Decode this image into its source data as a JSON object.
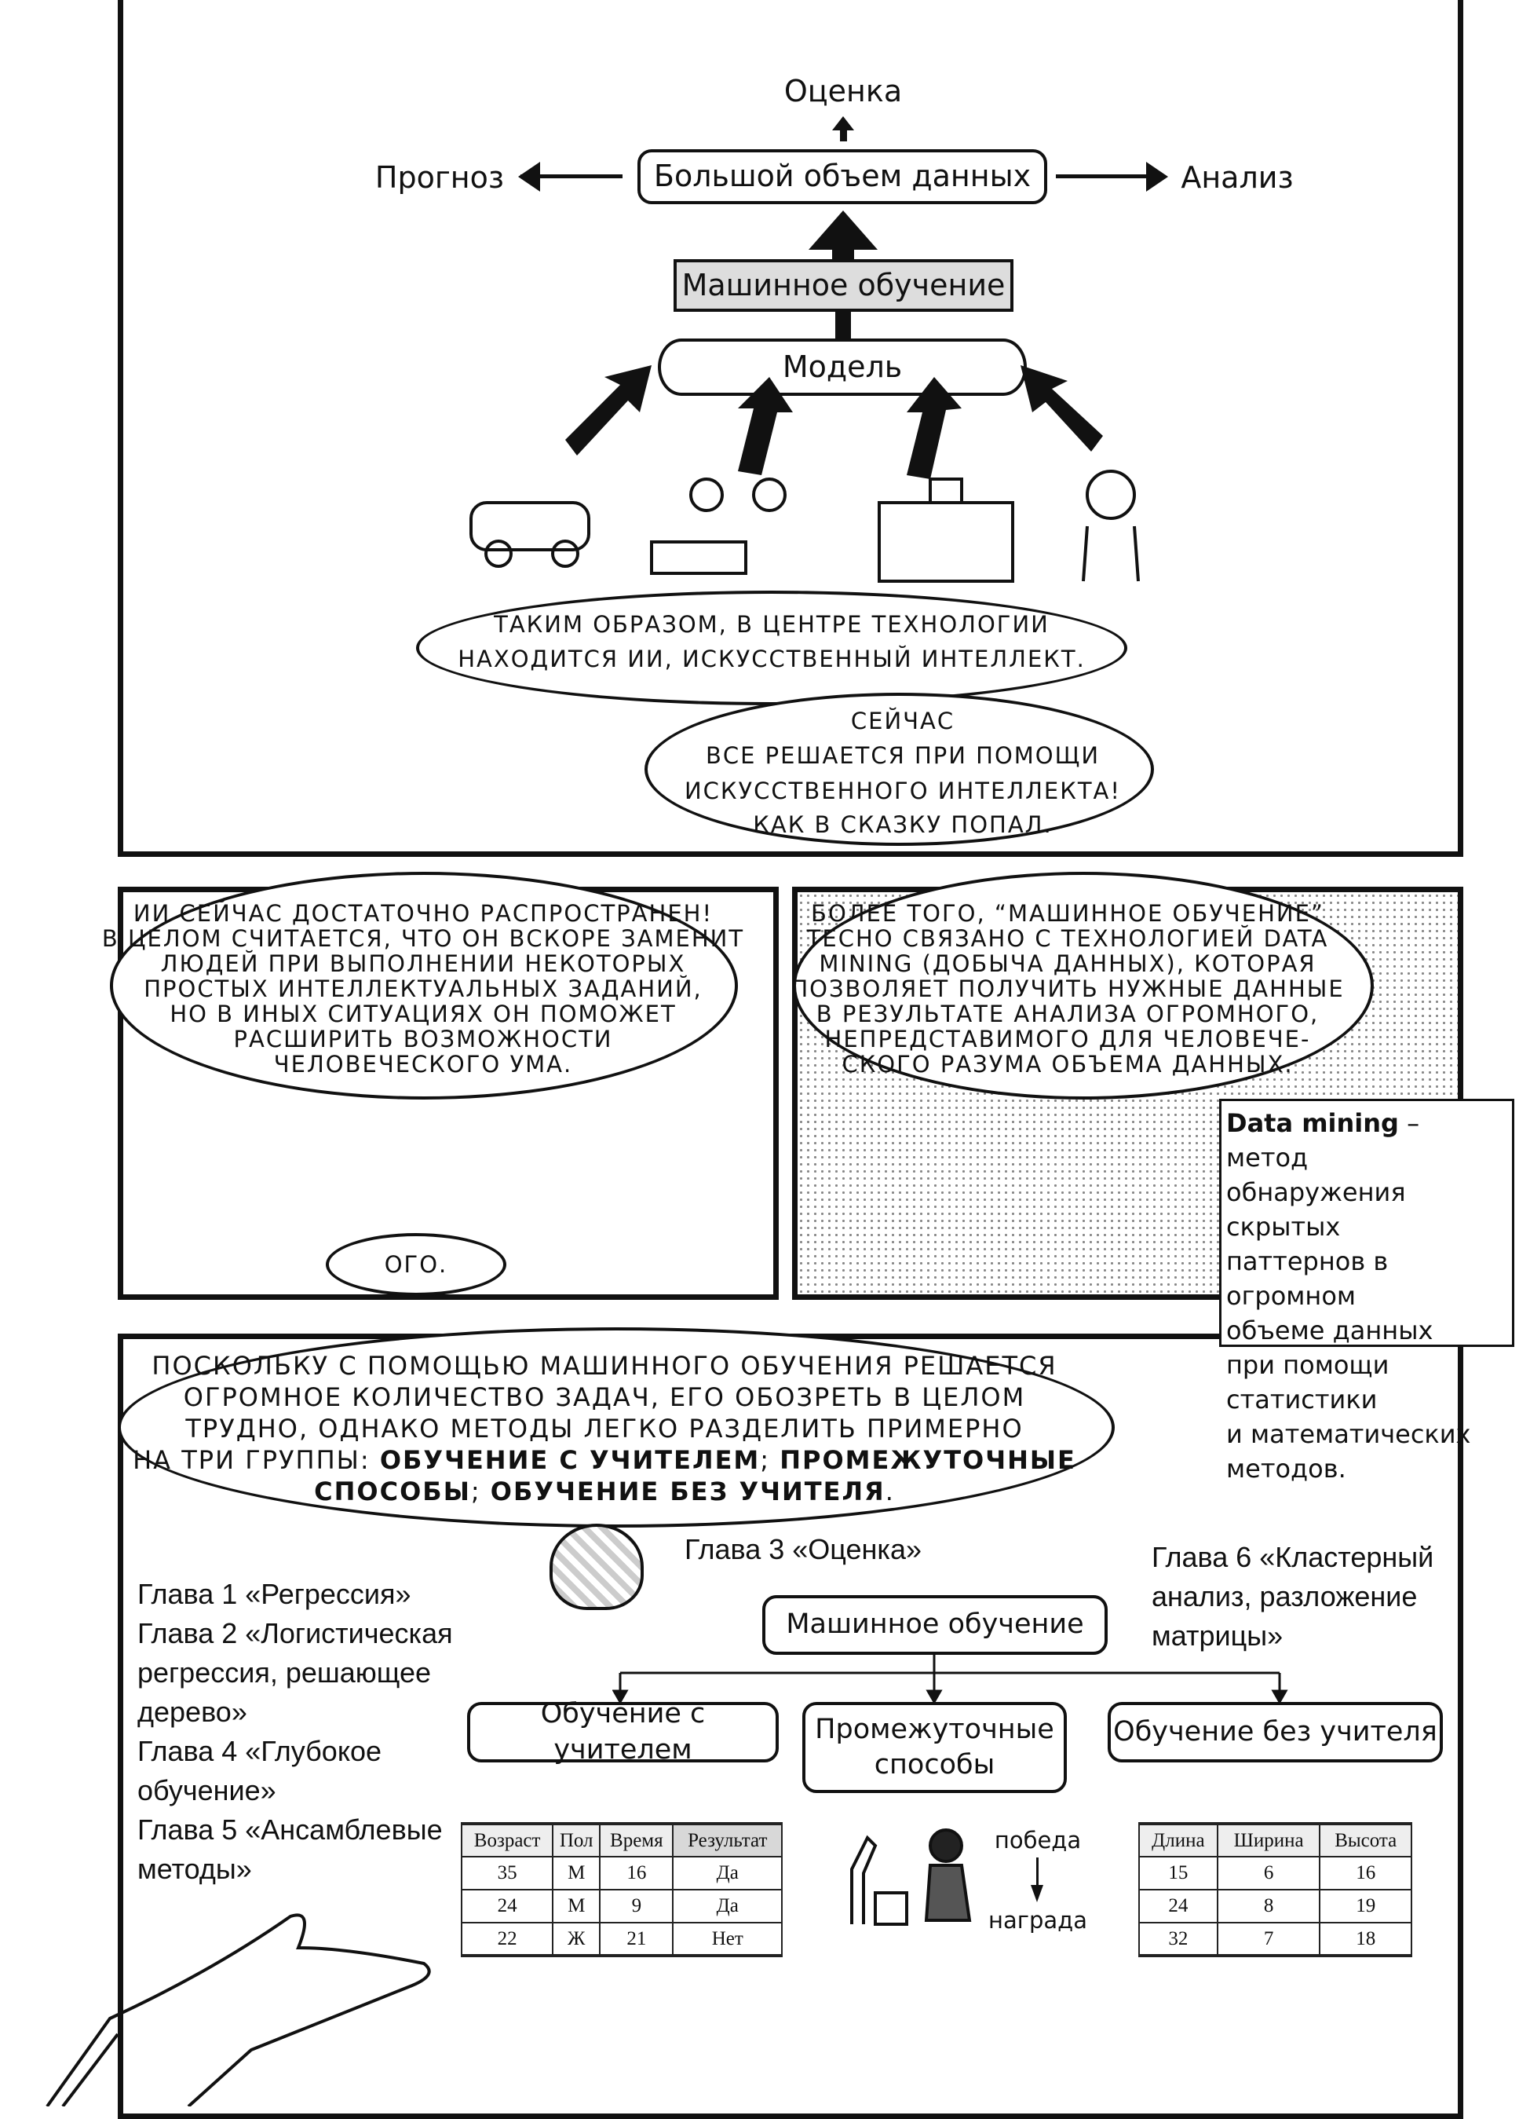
{
  "top_diagram": {
    "evaluation": "Оценка",
    "big_data": "Большой объем данных",
    "forecast": "Прогноз",
    "analysis": "Анализ",
    "machine_learning": "Машинное обучение",
    "model": "Модель"
  },
  "panel1": {
    "bubble1": [
      "ТАКИМ ОБРАЗОМ, В ЦЕНТРЕ ТЕХНОЛОГИИ",
      "НАХОДИТСЯ ИИ, ИСКУССТВЕННЫЙ ИНТЕЛЛЕКТ."
    ],
    "bubble2": [
      "СЕЙЧАС",
      "ВСЕ РЕШАЕТСЯ ПРИ ПОМОЩИ",
      "ИСКУССТВЕННОГО ИНТЕЛЛЕКТА!",
      "КАК В СКАЗКУ ПОПАЛ."
    ]
  },
  "panel2": {
    "bubble": [
      "ИИ СЕЙЧАС ДОСТАТОЧНО РАСПРОСТРАНЕН!",
      "В ЦЕЛОМ СЧИТАЕТСЯ, ЧТО ОН ВСКОРЕ ЗАМЕНИТ",
      "ЛЮДЕЙ ПРИ ВЫПОЛНЕНИИ НЕКОТОРЫХ",
      "ПРОСТЫХ ИНТЕЛЛЕКТУАЛЬНЫХ ЗАДАНИЙ,",
      "НО В ИНЫХ СИТУАЦИЯХ ОН ПОМОЖЕТ",
      "РАСШИРИТЬ ВОЗМОЖНОСТИ",
      "ЧЕЛОВЕЧЕСКОГО УМА."
    ],
    "reply": "ОГО."
  },
  "panel3": {
    "bubble": [
      "БОЛЕЕ ТОГО, “МАШИННОЕ ОБУЧЕНИЕ”",
      "ТЕСНО СВЯЗАНО С ТЕХНОЛОГИЕЙ DATA",
      "MINING (ДОБЫЧА ДАННЫХ), КОТОРАЯ",
      "ПОЗВОЛЯЕТ ПОЛУЧИТЬ НУЖНЫЕ ДАННЫЕ",
      "В РЕЗУЛЬТАТЕ АНАЛИЗА ОГРОМНОГО,",
      "НЕПРЕДСТАВИМОГО ДЛЯ ЧЕЛОВЕЧЕ-",
      "СКОГО РАЗУМА ОБЪЕМА ДАННЫХ."
    ]
  },
  "note": {
    "term": "Data mining",
    "rest": " – метод",
    "lines": [
      "обнаружения скрытых",
      "паттернов в огромном",
      "объеме данных",
      "при помощи статистики",
      "и математических",
      "методов."
    ]
  },
  "panel4": {
    "bubble": [
      "ПОСКОЛЬКУ С ПОМОЩЬЮ МАШИННОГО ОБУЧЕНИЯ РЕШАЕТСЯ",
      "ОГРОМНОЕ КОЛИЧЕСТВО ЗАДАЧ, ЕГО ОБОЗРЕТЬ В ЦЕЛОМ",
      "ТРУДНО, ОДНАКО МЕТОДЫ ЛЕГКО РАЗДЕЛИТЬ ПРИМЕРНО"
    ],
    "bubble_l4_a": "НА ТРИ ГРУППЫ: ",
    "bubble_l4_b": "ОБУЧЕНИЕ С УЧИТЕЛЕМ",
    "bubble_l4_c": "; ",
    "bubble_l4_d": "ПРОМЕЖУТОЧНЫЕ",
    "bubble_l5_a": "СПОСОБЫ",
    "bubble_l5_b": "; ",
    "bubble_l5_c": "ОБУЧЕНИЕ БЕЗ УЧИТЕЛЯ",
    "bubble_l5_d": ".",
    "chapter3": "Глава 3 «Оценка»",
    "chapters_left": [
      "Глава 1 «Регрессия»",
      "Глава 2 «Логистическая",
      "регрессия, решающее",
      "дерево»",
      "Глава 4 «Глубокое",
      "обучение»",
      "Глава 5 «Ансамблевые",
      "методы»"
    ],
    "chapter6": [
      "Глава 6 «Кластерный",
      "анализ, разложение",
      "матрицы»"
    ],
    "ml": "Машинное обучение",
    "supervised": "Обучение с учителем",
    "intermediate": [
      "Промежуточные",
      "способы"
    ],
    "unsupervised": "Обучение без учителя",
    "table_left": {
      "headers": [
        "Возраст",
        "Пол",
        "Время",
        "Результат"
      ],
      "rows": [
        [
          "35",
          "М",
          "16",
          "Да"
        ],
        [
          "24",
          "М",
          "9",
          "Да"
        ],
        [
          "22",
          "Ж",
          "21",
          "Нет"
        ]
      ]
    },
    "victory": "победа",
    "reward": "награда",
    "table_right": {
      "headers": [
        "Длина",
        "Ширина",
        "Высота"
      ],
      "rows": [
        [
          "15",
          "6",
          "16"
        ],
        [
          "24",
          "8",
          "19"
        ],
        [
          "32",
          "7",
          "18"
        ]
      ]
    }
  }
}
